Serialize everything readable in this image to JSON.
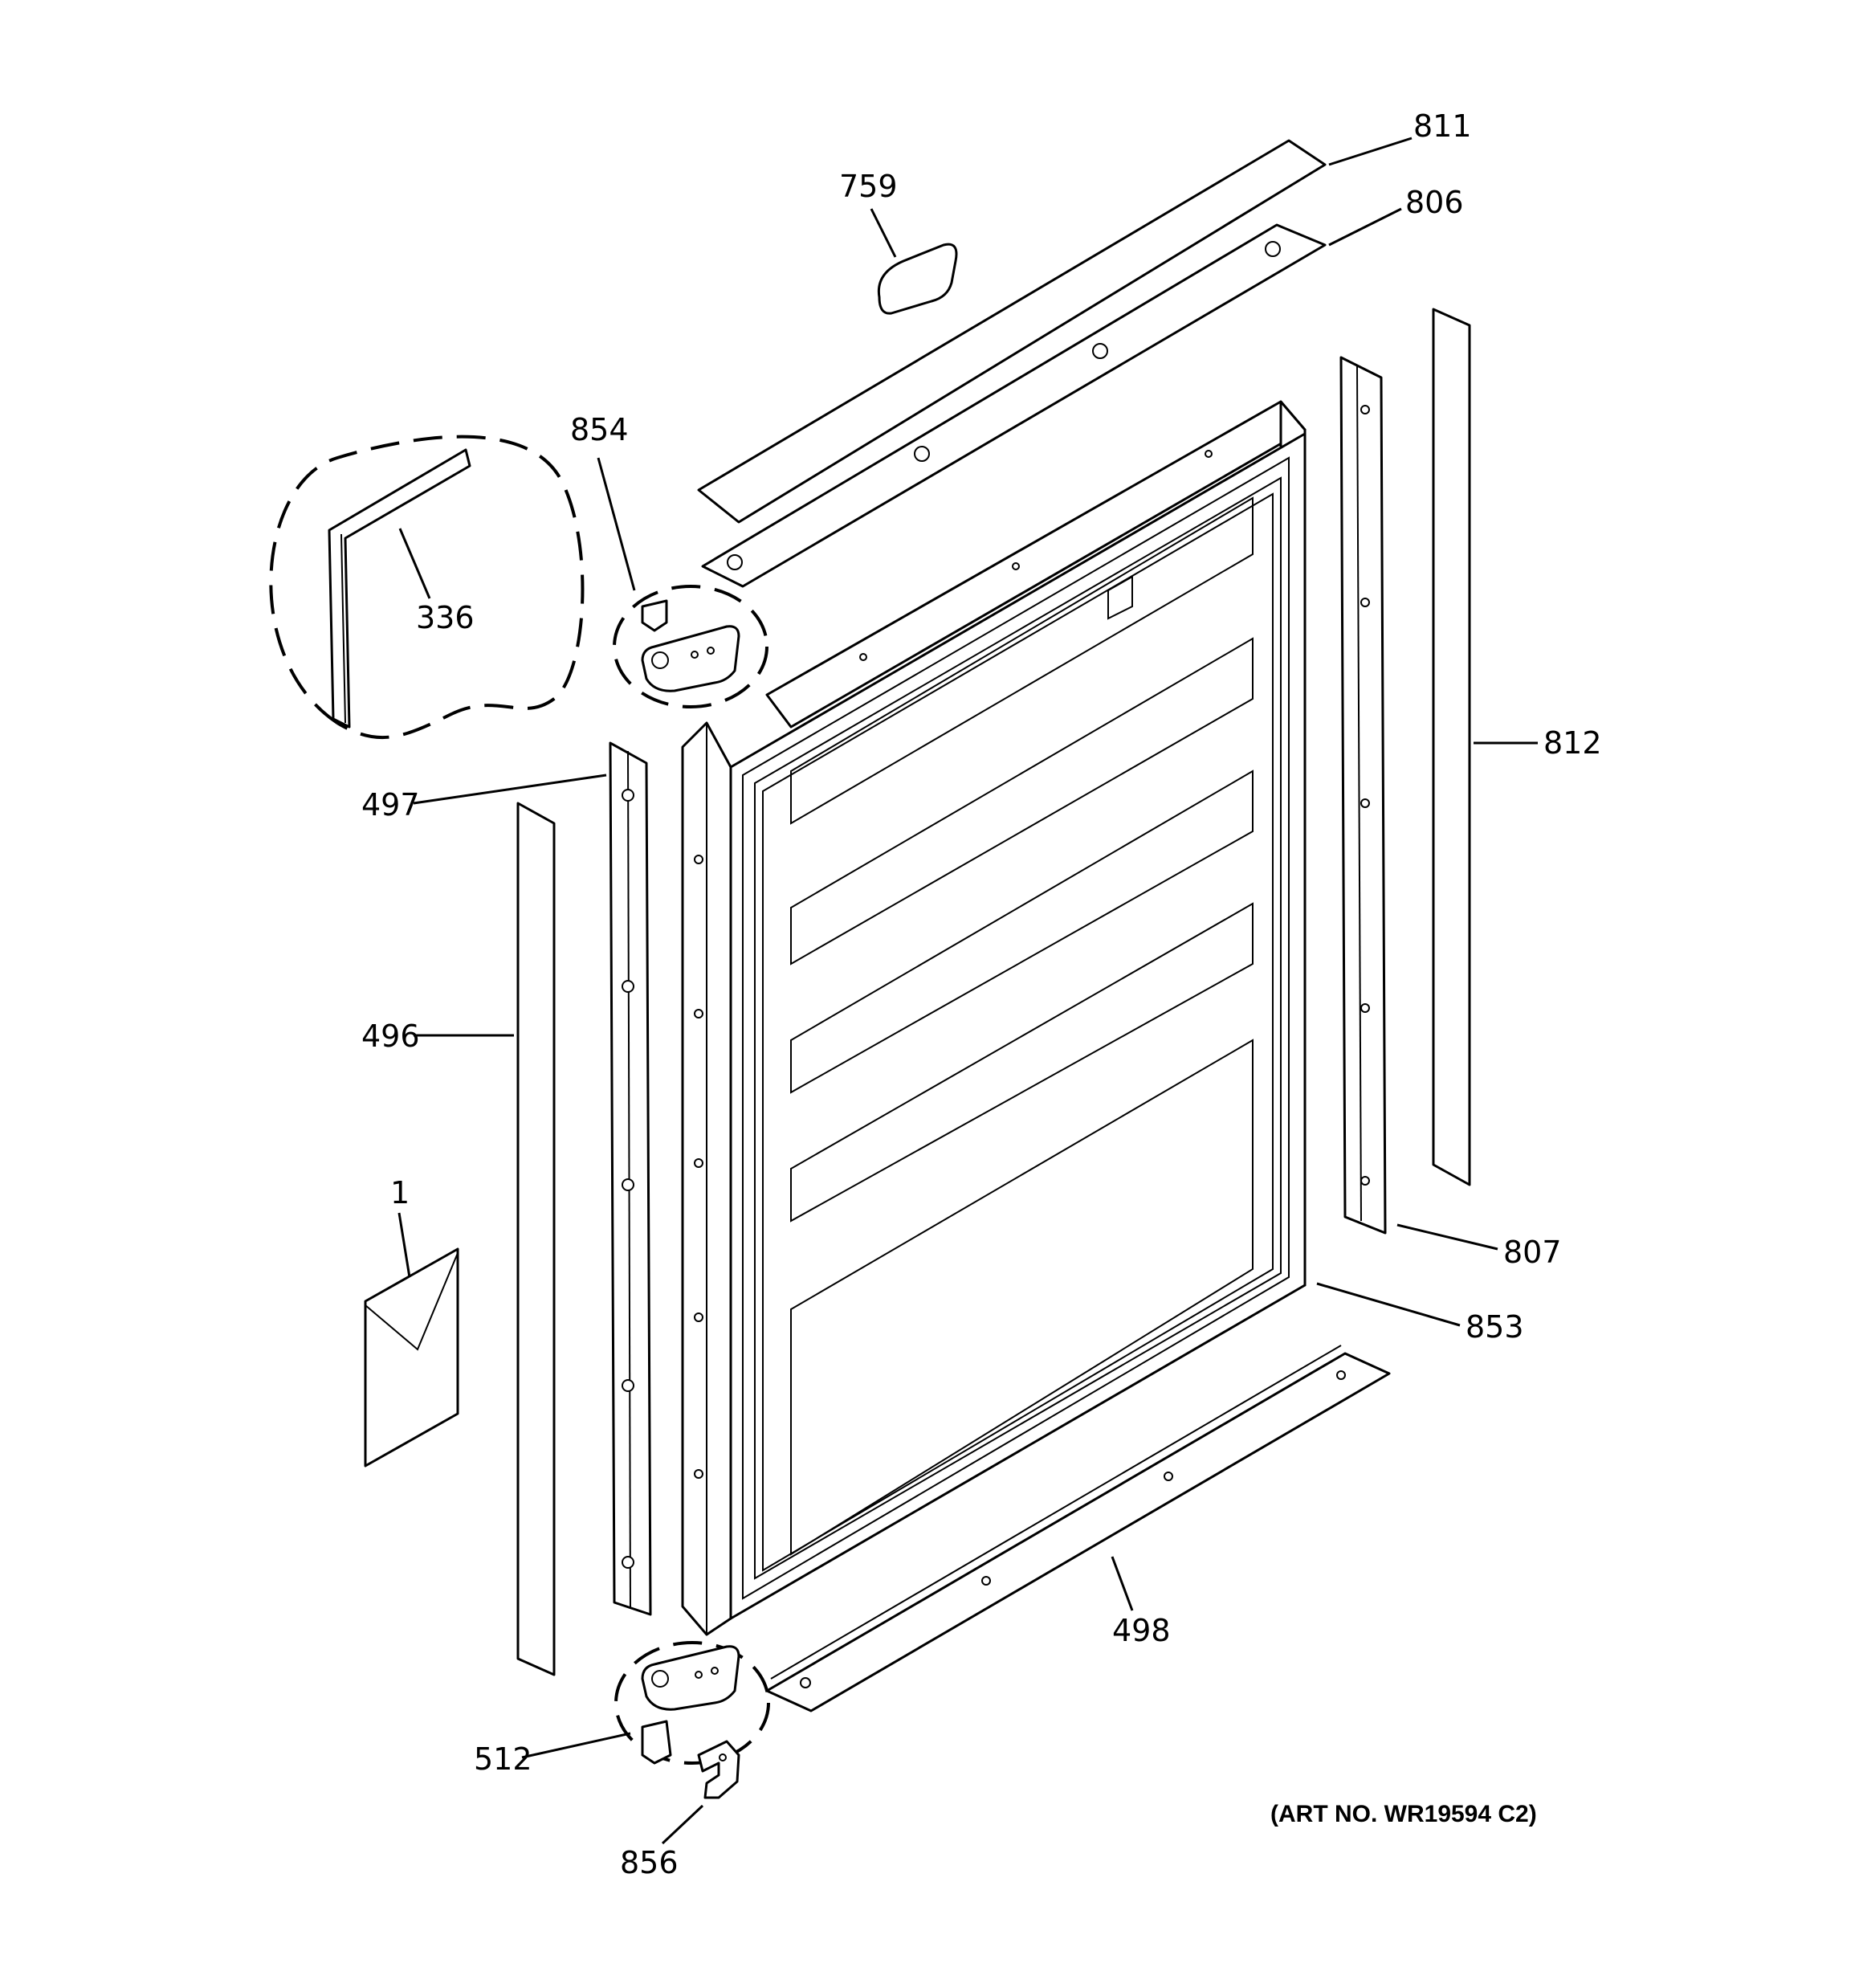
{
  "callouts": {
    "p811": "811",
    "p806": "806",
    "p759": "759",
    "p854": "854",
    "p336": "336",
    "p497": "497",
    "p496": "496",
    "p1": "1",
    "p812": "812",
    "p807": "807",
    "p853": "853",
    "p498": "498",
    "p512": "512",
    "p856": "856"
  },
  "art_number": "(ART NO. WR19594 C2)"
}
